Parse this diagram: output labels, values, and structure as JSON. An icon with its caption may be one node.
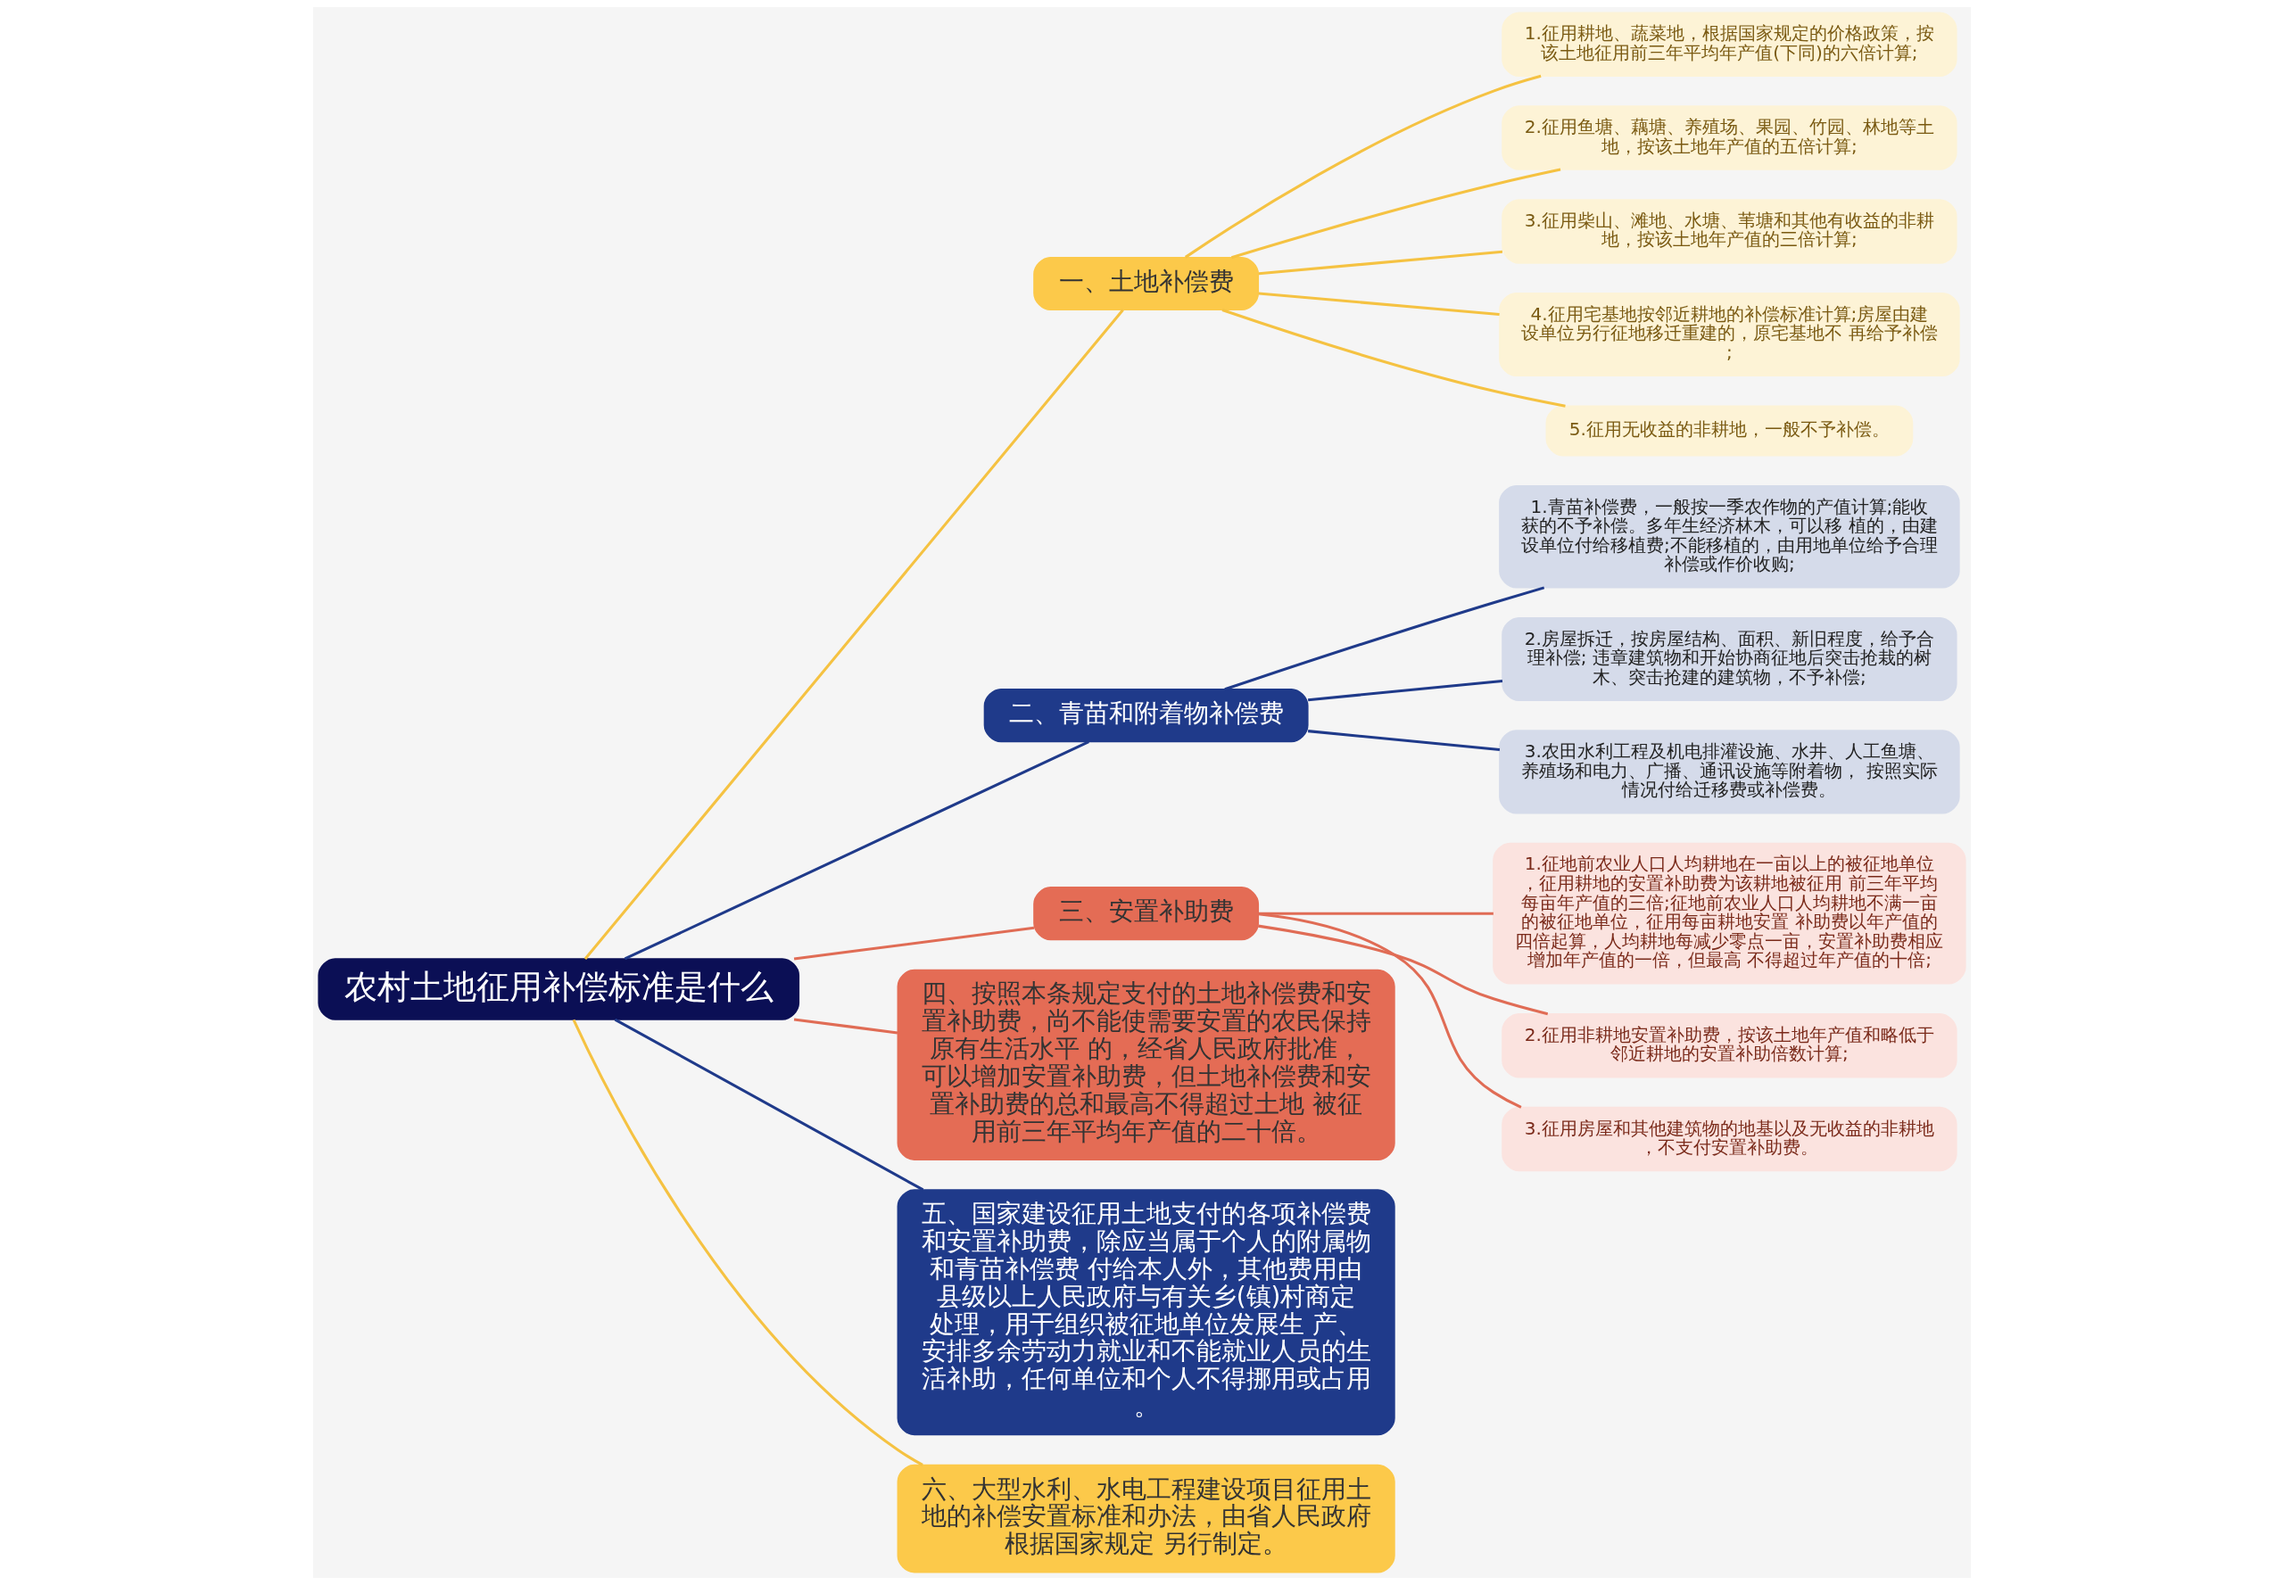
{
  "diagram": {
    "nodes": [
      {
        "text": [
          "农村土地征用补偿标准是什么"
        ]
      },
      {
        "text": [
          "一、土地补偿费"
        ]
      },
      {
        "text": [
          "1.征用耕地、蔬菜地，根据国家规定的价格政策，按该土地征用前三年平均年产值(下同)的六倍计算;"
        ]
      },
      {
        "text": [
          "2.征用鱼塘、藕塘、养殖场、果园、竹园、林地等土地，按该土地年产值的五倍计算;"
        ]
      },
      {
        "text": [
          "3.征用柴山、滩地、水塘、苇塘和其他有收益的非耕地，按该土地年产值的三倍计算;"
        ]
      },
      {
        "text": [
          "4.征用宅基地按邻近耕地的补偿标准计算;房屋由建设单位另行征地移迁重建的，原宅基地不 再给予补偿;"
        ]
      },
      {
        "text": [
          "5.征用无收益的非耕地，一般不予补偿。"
        ]
      },
      {
        "text": [
          "二、青苗和附着物补偿费"
        ]
      },
      {
        "text": [
          "1.青苗补偿费，一般按一季农作物的产值计算;能收获的不予补偿。多年生经济林木，可以移 植的，由建设单位付给移植费;不能移植的，由用地单位给予合理补偿或作价收购;"
        ]
      },
      {
        "text": [
          "2.房屋拆迁，按房屋结构、面积、新旧程度，给予合理补偿; 违章建筑物和开始协商征地后突击抢栽的树木、突击抢建的建筑物，不予补偿;"
        ]
      },
      {
        "text": [
          "3.农田水利工程及机电排灌设施、水井、人工鱼塘、养殖场和电力、广播、通讯设施等附着物， 按照实际情况付给迁移费或补偿费。"
        ]
      },
      {
        "text": [
          "三、安置补助费"
        ]
      },
      {
        "text": [
          "1.征地前农业人口人均耕地在一亩以上的被征地单位，征用耕地的安置补助费为该耕地被征用 前三年平均每亩年产值的三倍;征地前农业人口人均耕地不满一亩的被征地单位，征用每亩耕地安置 补助费以年产值的四倍起算，人均耕地每减少零点一亩，安置补助费相应增加年产值的一倍，但最高 不得超过年产值的十倍;"
        ]
      },
      {
        "text": [
          "2.征用非耕地安置补助费，按该土地年产值和略低于邻近耕地的安置补助倍数计算;"
        ]
      },
      {
        "text": [
          "3.征用房屋和其他建筑物的地基以及无收益的非耕地，不支付安置补助费。"
        ]
      },
      {
        "text": [
          "四、按照本条规定支付的土地补偿费和安置补助费，尚不能使需要安置的农民保持原有生活水平 的，经省人民政府批准，可以增加安置补助费，但土地补偿费和安置补助费的总和最高不得超过土地 被征用前三年平均年产值的二十倍。"
        ]
      },
      {
        "text": [
          "五、国家建设征用土地支付的各项补偿费和安置补助费，除应当属于个人的附属物和青苗补偿费 付给本人外，其他费用由县级以上人民政府与有关乡(镇)村商定处理，用于组织被征地单位发展生 产、安排多余劳动力就业和不能就业人员的生活补助，任何单位和个人不得挪用或占用。"
        ]
      },
      {
        "text": [
          "六、大型水利、水电工程建设项目征用土地的补偿安置标准和办法，由省人民政府根据国家规定 另行制定。"
        ]
      }
    ],
    "edges": [
      {
        "from": 0,
        "to": 1,
        "arrow": "none"
      },
      {
        "from": 1,
        "to": 2,
        "arrow": "none"
      },
      {
        "from": 1,
        "to": 3,
        "arrow": "none"
      },
      {
        "from": 1,
        "to": 4,
        "arrow": "none"
      },
      {
        "from": 1,
        "to": 5,
        "arrow": "none"
      },
      {
        "from": 1,
        "to": 6,
        "arrow": "none"
      },
      {
        "from": 0,
        "to": 7,
        "arrow": "none",
        "color": "#1f3a8a"
      },
      {
        "from": 7,
        "to": 8,
        "arrow": "none",
        "color": "#1f3a8a"
      },
      {
        "from": 7,
        "to": 9,
        "arrow": "none",
        "color": "#1f3a8a"
      },
      {
        "from": 7,
        "to": 10,
        "arrow": "none",
        "color": "#1f3a8a"
      },
      {
        "from": 0,
        "to": 11,
        "arrow": "none",
        "color": "#e06c55"
      },
      {
        "from": 11,
        "to": 12,
        "arrow": "none",
        "color": "#e06c55"
      },
      {
        "from": 11,
        "to": 13,
        "arrow": "none",
        "color": "#e06c55"
      },
      {
        "from": 11,
        "to": 14,
        "arrow": "none",
        "color": "#e06c55"
      },
      {
        "from": 0,
        "to": 15,
        "arrow": "none",
        "color": "#e06c55"
      },
      {
        "from": 0,
        "to": 16,
        "arrow": "none",
        "color": "#1f3a8a"
      },
      {
        "from": 0,
        "to": 17,
        "arrow": "none"
      }
    ]
  }
}
